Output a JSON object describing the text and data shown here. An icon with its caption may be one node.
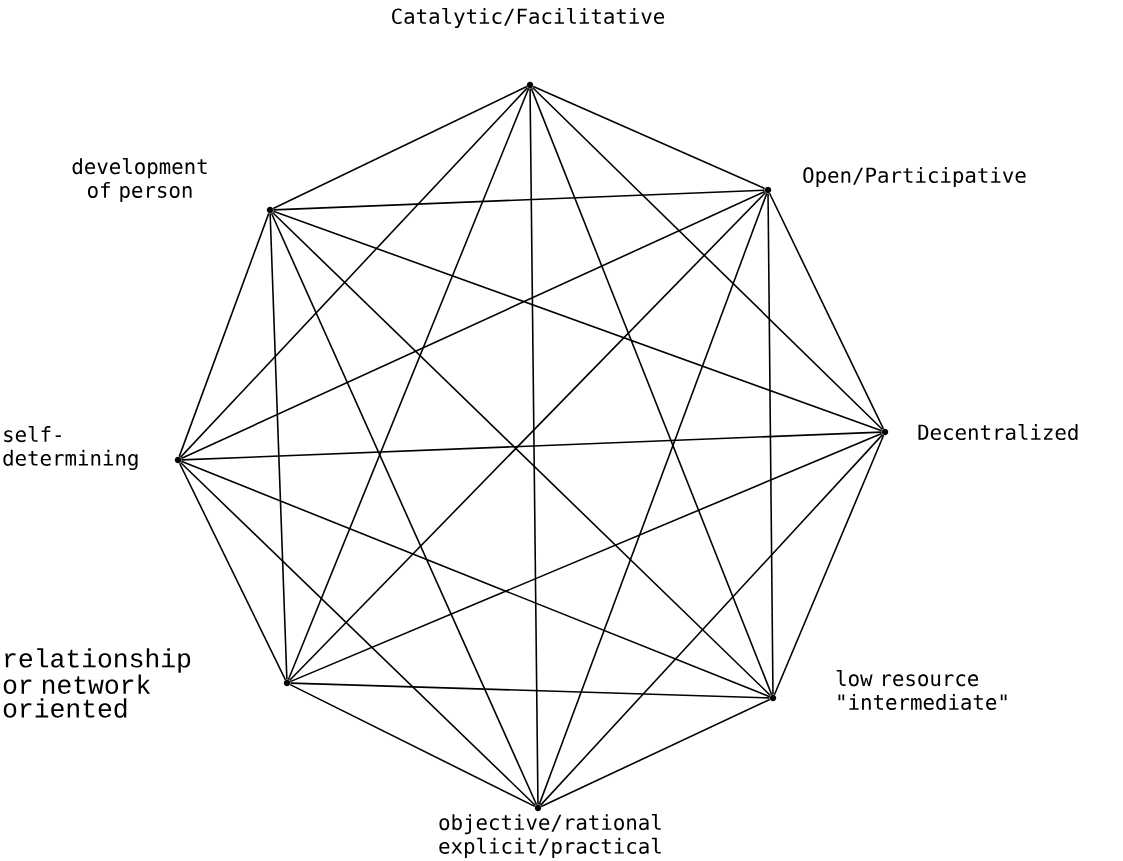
{
  "diagram": {
    "nodes": [
      {
        "text": [],
        "shape": "point",
        "beside": [
          "Catalytic/Facilitative"
        ]
      },
      {
        "text": [],
        "shape": "point",
        "beside": [
          "Open/Participative"
        ]
      },
      {
        "text": [],
        "shape": "point",
        "beside": [
          "Decentralized"
        ]
      },
      {
        "text": [],
        "shape": "point",
        "beside": [
          "low resource \"intermediate\""
        ]
      },
      {
        "text": [],
        "shape": "point",
        "beside": [
          "objective/rational explicit/practical"
        ]
      },
      {
        "text": [],
        "shape": "point",
        "beside": [
          "relationship or network oriented"
        ]
      },
      {
        "text": [],
        "shape": "point",
        "beside": [
          "self- determining"
        ]
      },
      {
        "text": [],
        "shape": "point",
        "beside": [
          "development of person"
        ]
      }
    ],
    "edges": [
      {
        "from": 0,
        "to": 1,
        "arrow": "none"
      },
      {
        "from": 0,
        "to": 2,
        "arrow": "none"
      },
      {
        "from": 0,
        "to": 3,
        "arrow": "none"
      },
      {
        "from": 0,
        "to": 4,
        "arrow": "none"
      },
      {
        "from": 0,
        "to": 5,
        "arrow": "none"
      },
      {
        "from": 0,
        "to": 6,
        "arrow": "none"
      },
      {
        "from": 0,
        "to": 7,
        "arrow": "none"
      },
      {
        "from": 1,
        "to": 2,
        "arrow": "none"
      },
      {
        "from": 1,
        "to": 3,
        "arrow": "none"
      },
      {
        "from": 1,
        "to": 4,
        "arrow": "none"
      },
      {
        "from": 1,
        "to": 5,
        "arrow": "none"
      },
      {
        "from": 1,
        "to": 6,
        "arrow": "none"
      },
      {
        "from": 1,
        "to": 7,
        "arrow": "none"
      },
      {
        "from": 2,
        "to": 3,
        "arrow": "none"
      },
      {
        "from": 2,
        "to": 4,
        "arrow": "none"
      },
      {
        "from": 2,
        "to": 5,
        "arrow": "none"
      },
      {
        "from": 2,
        "to": 6,
        "arrow": "none"
      },
      {
        "from": 2,
        "to": 7,
        "arrow": "none"
      },
      {
        "from": 3,
        "to": 4,
        "arrow": "none"
      },
      {
        "from": 3,
        "to": 5,
        "arrow": "none"
      },
      {
        "from": 3,
        "to": 6,
        "arrow": "none"
      },
      {
        "from": 3,
        "to": 7,
        "arrow": "none"
      },
      {
        "from": 4,
        "to": 5,
        "arrow": "none"
      },
      {
        "from": 4,
        "to": 6,
        "arrow": "none"
      },
      {
        "from": 4,
        "to": 7,
        "arrow": "none"
      },
      {
        "from": 5,
        "to": 6,
        "arrow": "none"
      },
      {
        "from": 5,
        "to": 7,
        "arrow": "none"
      },
      {
        "from": 6,
        "to": 7,
        "arrow": "none"
      }
    ]
  }
}
